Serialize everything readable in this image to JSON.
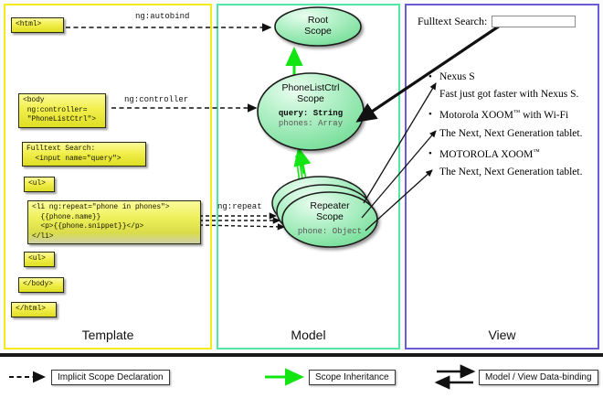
{
  "panels": {
    "template": {
      "label": "Template",
      "border_color": "#f2ec1c"
    },
    "model": {
      "label": "Model",
      "border_color": "#4fe8a5"
    },
    "view": {
      "label": "View",
      "border_color": "#6b5bd6"
    }
  },
  "template_boxes": [
    {
      "name": "html-open-tag",
      "text": "<html>"
    },
    {
      "name": "body-tag",
      "text": "<body\n ng:controller=\n \"PhoneListCtrl\">"
    },
    {
      "name": "fulltext-search",
      "text": "Fulltext Search:\n  <input name=\"query\">"
    },
    {
      "name": "ul-open-tag",
      "text": "<ul>"
    },
    {
      "name": "li-repeat",
      "text": "<li ng:repeat=\"phone in phones\">\n  {{phone.name}}\n  <p>{{phone.snippet}}</p>\n</li>"
    },
    {
      "name": "ul-close-tag",
      "text": "<ul>"
    },
    {
      "name": "body-close-tag",
      "text": "</body>"
    },
    {
      "name": "html-close-tag",
      "text": "</html>"
    }
  ],
  "arrow_labels": {
    "autobind": "ng:autobind",
    "controller": "ng:controller",
    "repeat": "ng:repeat"
  },
  "scopes": [
    {
      "name": "root-scope",
      "title_lines": [
        "Root",
        "Scope"
      ],
      "props": []
    },
    {
      "name": "phonelistctrl-scope",
      "title_lines": [
        "PhoneListCtrl",
        "Scope"
      ],
      "props": [
        {
          "text": "query: String",
          "emphasis": "strong"
        },
        {
          "text": "phones: Array",
          "emphasis": "dim"
        }
      ]
    },
    {
      "name": "repeater-scope",
      "title_lines": [
        "Repeater",
        "Scope"
      ],
      "props": [
        {
          "text": "phone: Object",
          "emphasis": "dim"
        }
      ]
    }
  ],
  "view": {
    "search_label": "Fulltext Search:",
    "search_value": "",
    "search_placeholder": "",
    "items": [
      {
        "bullet": "•",
        "title": "Nexus S",
        "tm": false,
        "suffix": "",
        "snippet": "Fast just got faster with Nexus S."
      },
      {
        "bullet": "•",
        "title": "Motorola XOOM",
        "tm": true,
        "suffix": " with Wi-Fi",
        "snippet": "The Next, Next Generation tablet."
      },
      {
        "bullet": "•",
        "title": "MOTOROLA XOOM",
        "tm": true,
        "suffix": "",
        "snippet": "The Next, Next Generation tablet."
      }
    ],
    "tm_symbol": "™"
  },
  "legend": [
    {
      "name": "implicit-scope-declaration",
      "label": "Implicit Scope Declaration",
      "style": "dashed-arrow",
      "color": "#111111"
    },
    {
      "name": "scope-inheritance",
      "label": "Scope Inheritance",
      "style": "solid-arrow",
      "color": "#12e512"
    },
    {
      "name": "model-view-data-binding",
      "label": "Model / View Data-binding",
      "style": "double-arrow",
      "color": "#111111"
    }
  ],
  "colors": {
    "scope_fill_light": "#d9f7e0",
    "scope_fill_mid": "#8fe8ac",
    "scope_stroke": "#1d1d1d",
    "inheritance_green": "#12e512",
    "code_yellow": "#eef04f"
  }
}
